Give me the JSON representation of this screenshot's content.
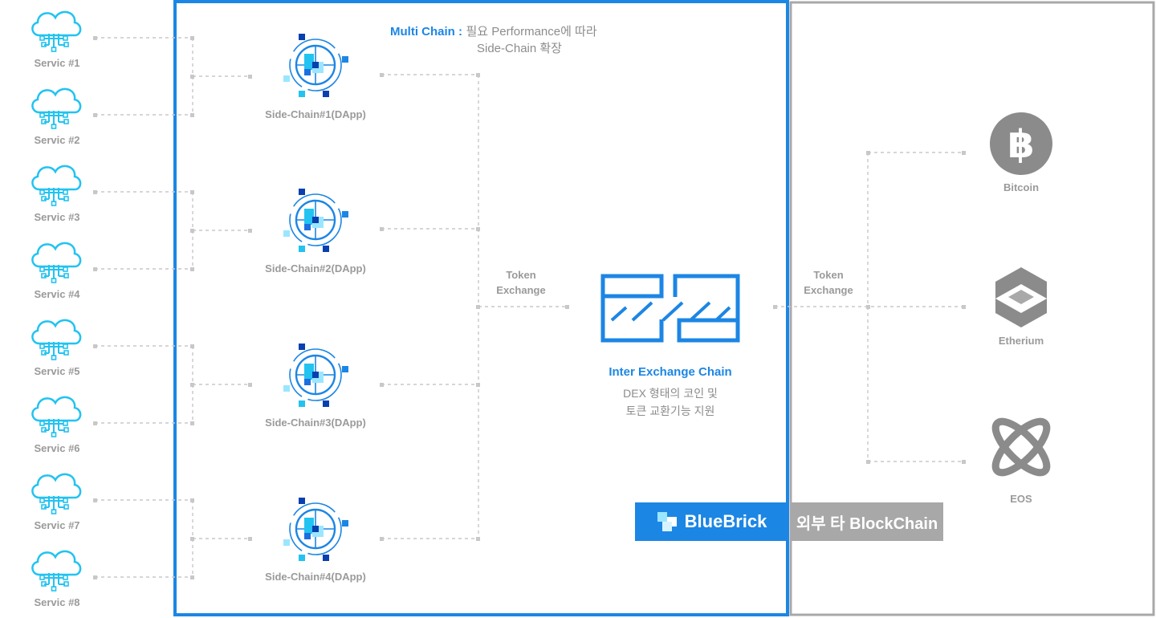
{
  "services": [
    "Servic #1",
    "Servic #2",
    "Servic #3",
    "Servic #4",
    "Servic #5",
    "Servic #6",
    "Servic #7",
    "Servic #8"
  ],
  "side_chains": [
    "Side-Chain#1(DApp)",
    "Side-Chain#2(DApp)",
    "Side-Chain#3(DApp)",
    "Side-Chain#4(DApp)"
  ],
  "multi_chain": {
    "title": "Multi Chain :",
    "line1": "필요 Performance에 따라",
    "line2": "Side-Chain 확장"
  },
  "token_exchange_left": {
    "line1": "Token",
    "line2": "Exchange"
  },
  "token_exchange_right": {
    "line1": "Token",
    "line2": "Exchange"
  },
  "inter_exchange": {
    "title": "Inter Exchange Chain",
    "line1": "DEX 형태의 코인 및",
    "line2": "토큰 교환기능 지원"
  },
  "bluebrick_badge": "BlueBrick",
  "external_badge": "외부 타 BlockChain",
  "external_chains": [
    {
      "name": "Bitcoin",
      "icon": "bitcoin-icon"
    },
    {
      "name": "Etherium",
      "icon": "ethereum-icon"
    },
    {
      "name": "EOS",
      "icon": "eos-icon"
    }
  ],
  "colors": {
    "blue": "#1c86e4",
    "grey": "#a8a8a8",
    "cyan": "#22c3f0",
    "navy": "#0a3fb0"
  }
}
